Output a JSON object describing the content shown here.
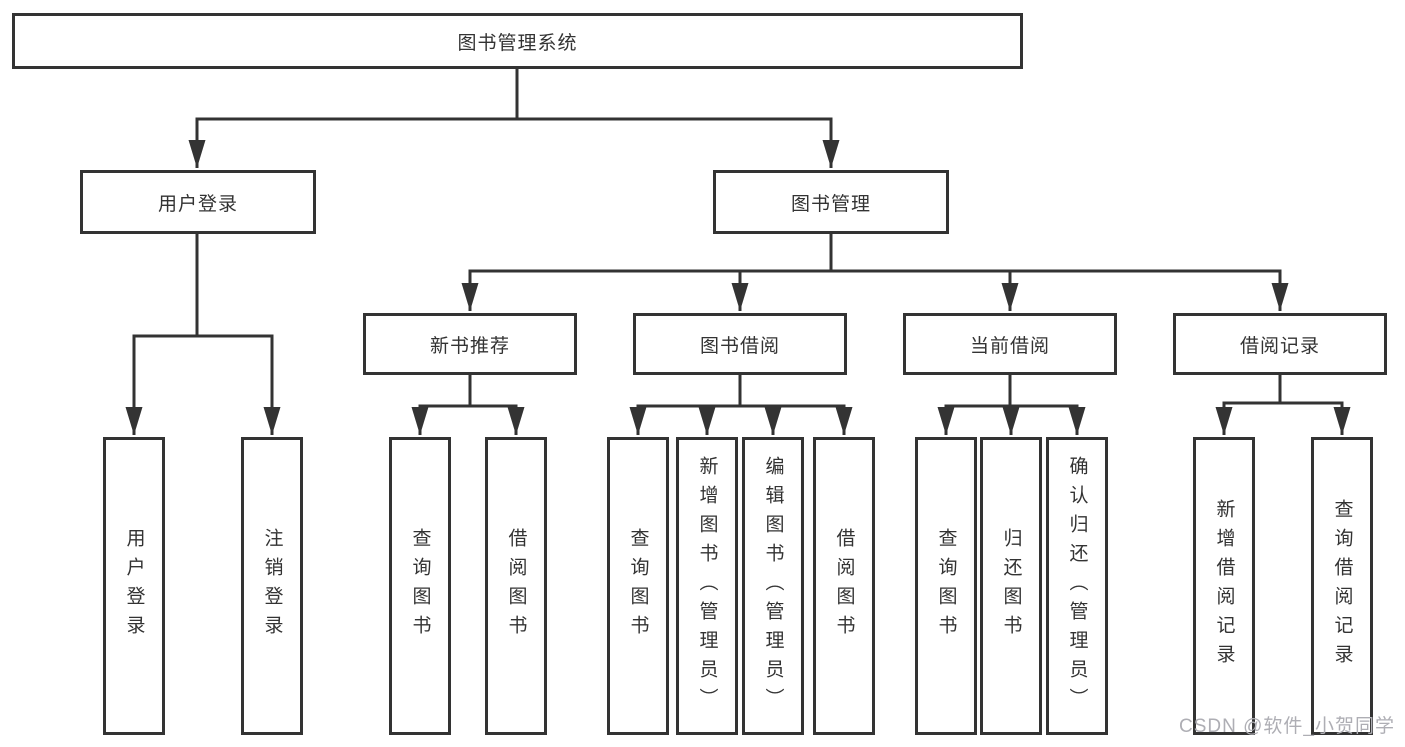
{
  "diagram": {
    "title_node": "图书管理系统",
    "level2": {
      "user_login": "用户登录",
      "book_management": "图书管理"
    },
    "level3": {
      "new_book_recommend": "新书推荐",
      "book_borrowing": "图书借阅",
      "current_borrowing": "当前借阅",
      "borrow_records": "借阅记录"
    },
    "leaves": {
      "user_login": "用户登录",
      "logout": "注销登录",
      "rec_query_books": "查询图书",
      "rec_borrow_books": "借阅图书",
      "bb_query_books": "查询图书",
      "bb_add_books_admin": "新增图书（管理员）",
      "bb_edit_books_admin": "编辑图书（管理员）",
      "bb_borrow_books": "借阅图书",
      "cur_query_books": "查询图书",
      "cur_return_books": "归还图书",
      "cur_confirm_return_admin": "确认归还（管理员）",
      "hist_add_record": "新增借阅记录",
      "hist_query_record": "查询借阅记录"
    }
  },
  "watermark": "CSDN @软件_小贺同学",
  "colors": {
    "line": "#333333",
    "text": "#333333",
    "background": "#ffffff",
    "watermark": "#aeaeb4"
  }
}
